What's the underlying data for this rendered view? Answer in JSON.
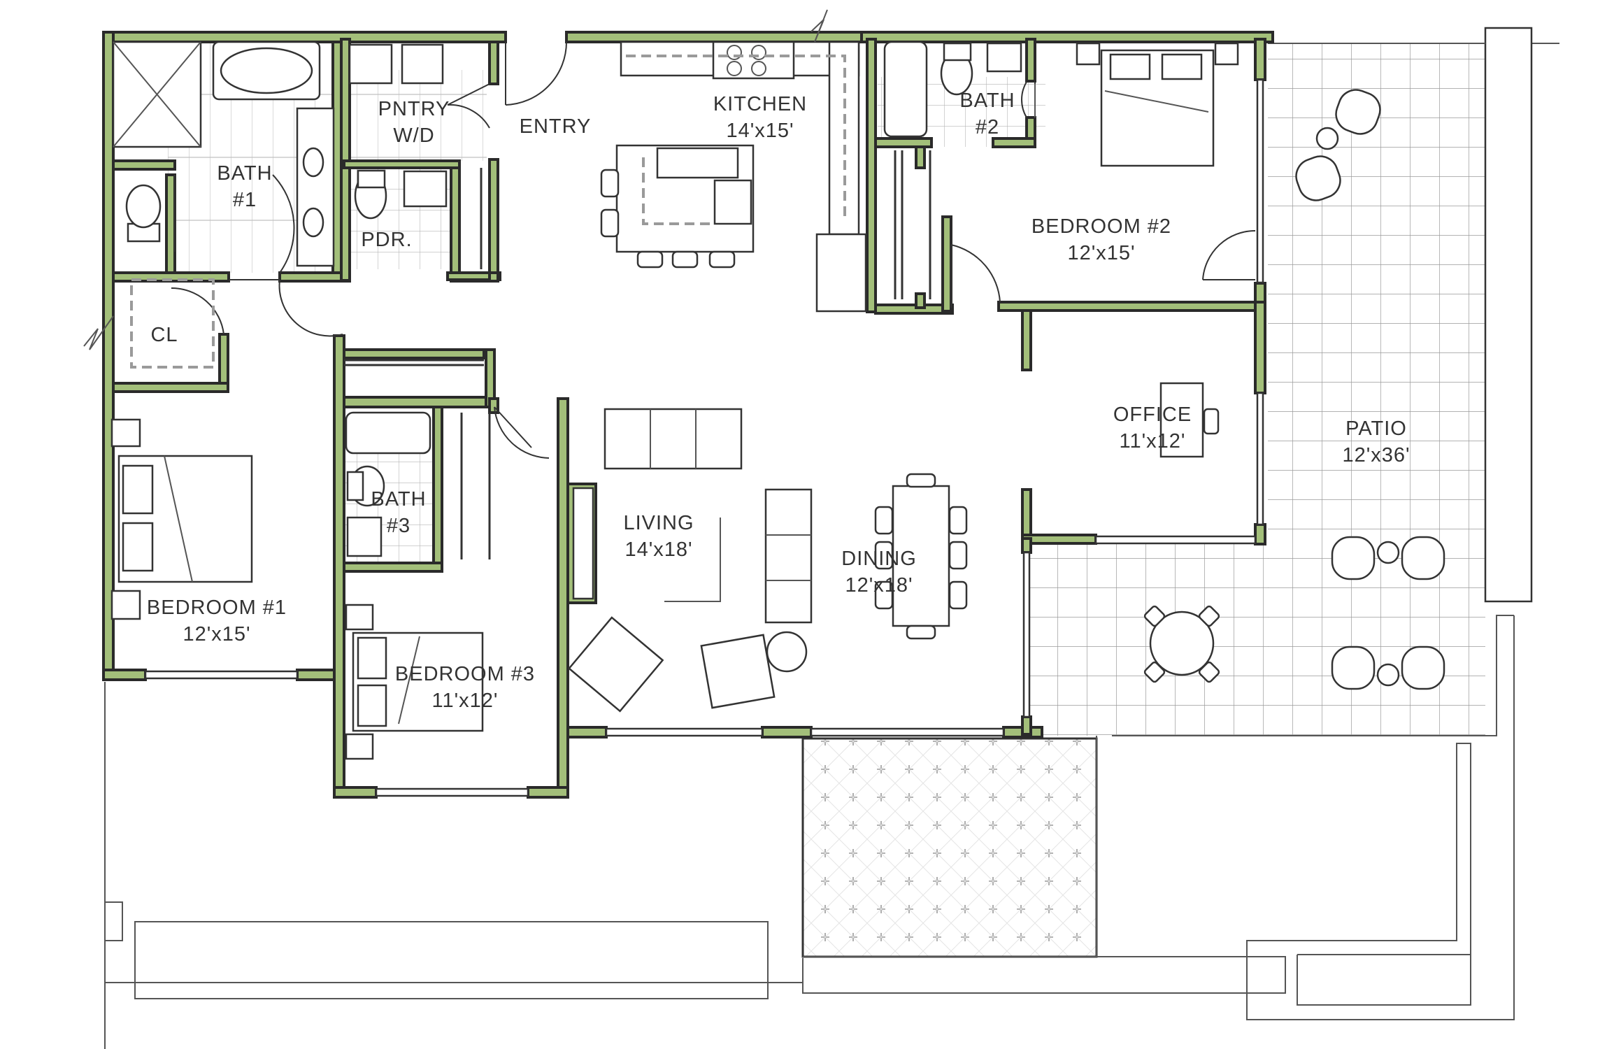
{
  "rooms": {
    "entry": {
      "name": "ENTRY"
    },
    "kitchen": {
      "name": "KITCHEN",
      "size": "14'x15'"
    },
    "pantry": {
      "name": "PNTRY",
      "size": "W/D"
    },
    "bath1": {
      "name": "BATH",
      "size": "#1"
    },
    "powder": {
      "name": "PDR."
    },
    "bath2": {
      "name": "BATH",
      "size": "#2"
    },
    "bedroom2": {
      "name": "BEDROOM #2",
      "size": "12'x15'"
    },
    "closet": {
      "name": "CL"
    },
    "office": {
      "name": "OFFICE",
      "size": "11'x12'"
    },
    "patio": {
      "name": "PATIO",
      "size": "12'x36'"
    },
    "bath3": {
      "name": "BATH",
      "size": "#3"
    },
    "living": {
      "name": "LIVING",
      "size": "14'x18'"
    },
    "dining": {
      "name": "DINING",
      "size": "12'x18'"
    },
    "bedroom1": {
      "name": "BEDROOM #1",
      "size": "12'x15'"
    },
    "bedroom3": {
      "name": "BEDROOM #3",
      "size": "11'x12'"
    }
  },
  "colors": {
    "wall_fill": "#a3bf7a",
    "wall_outline": "#2a2a2a",
    "line": "#333333",
    "tile_grid": "#9a9a9a",
    "paver_marks": "#9a9a9a",
    "background": "#ffffff"
  }
}
